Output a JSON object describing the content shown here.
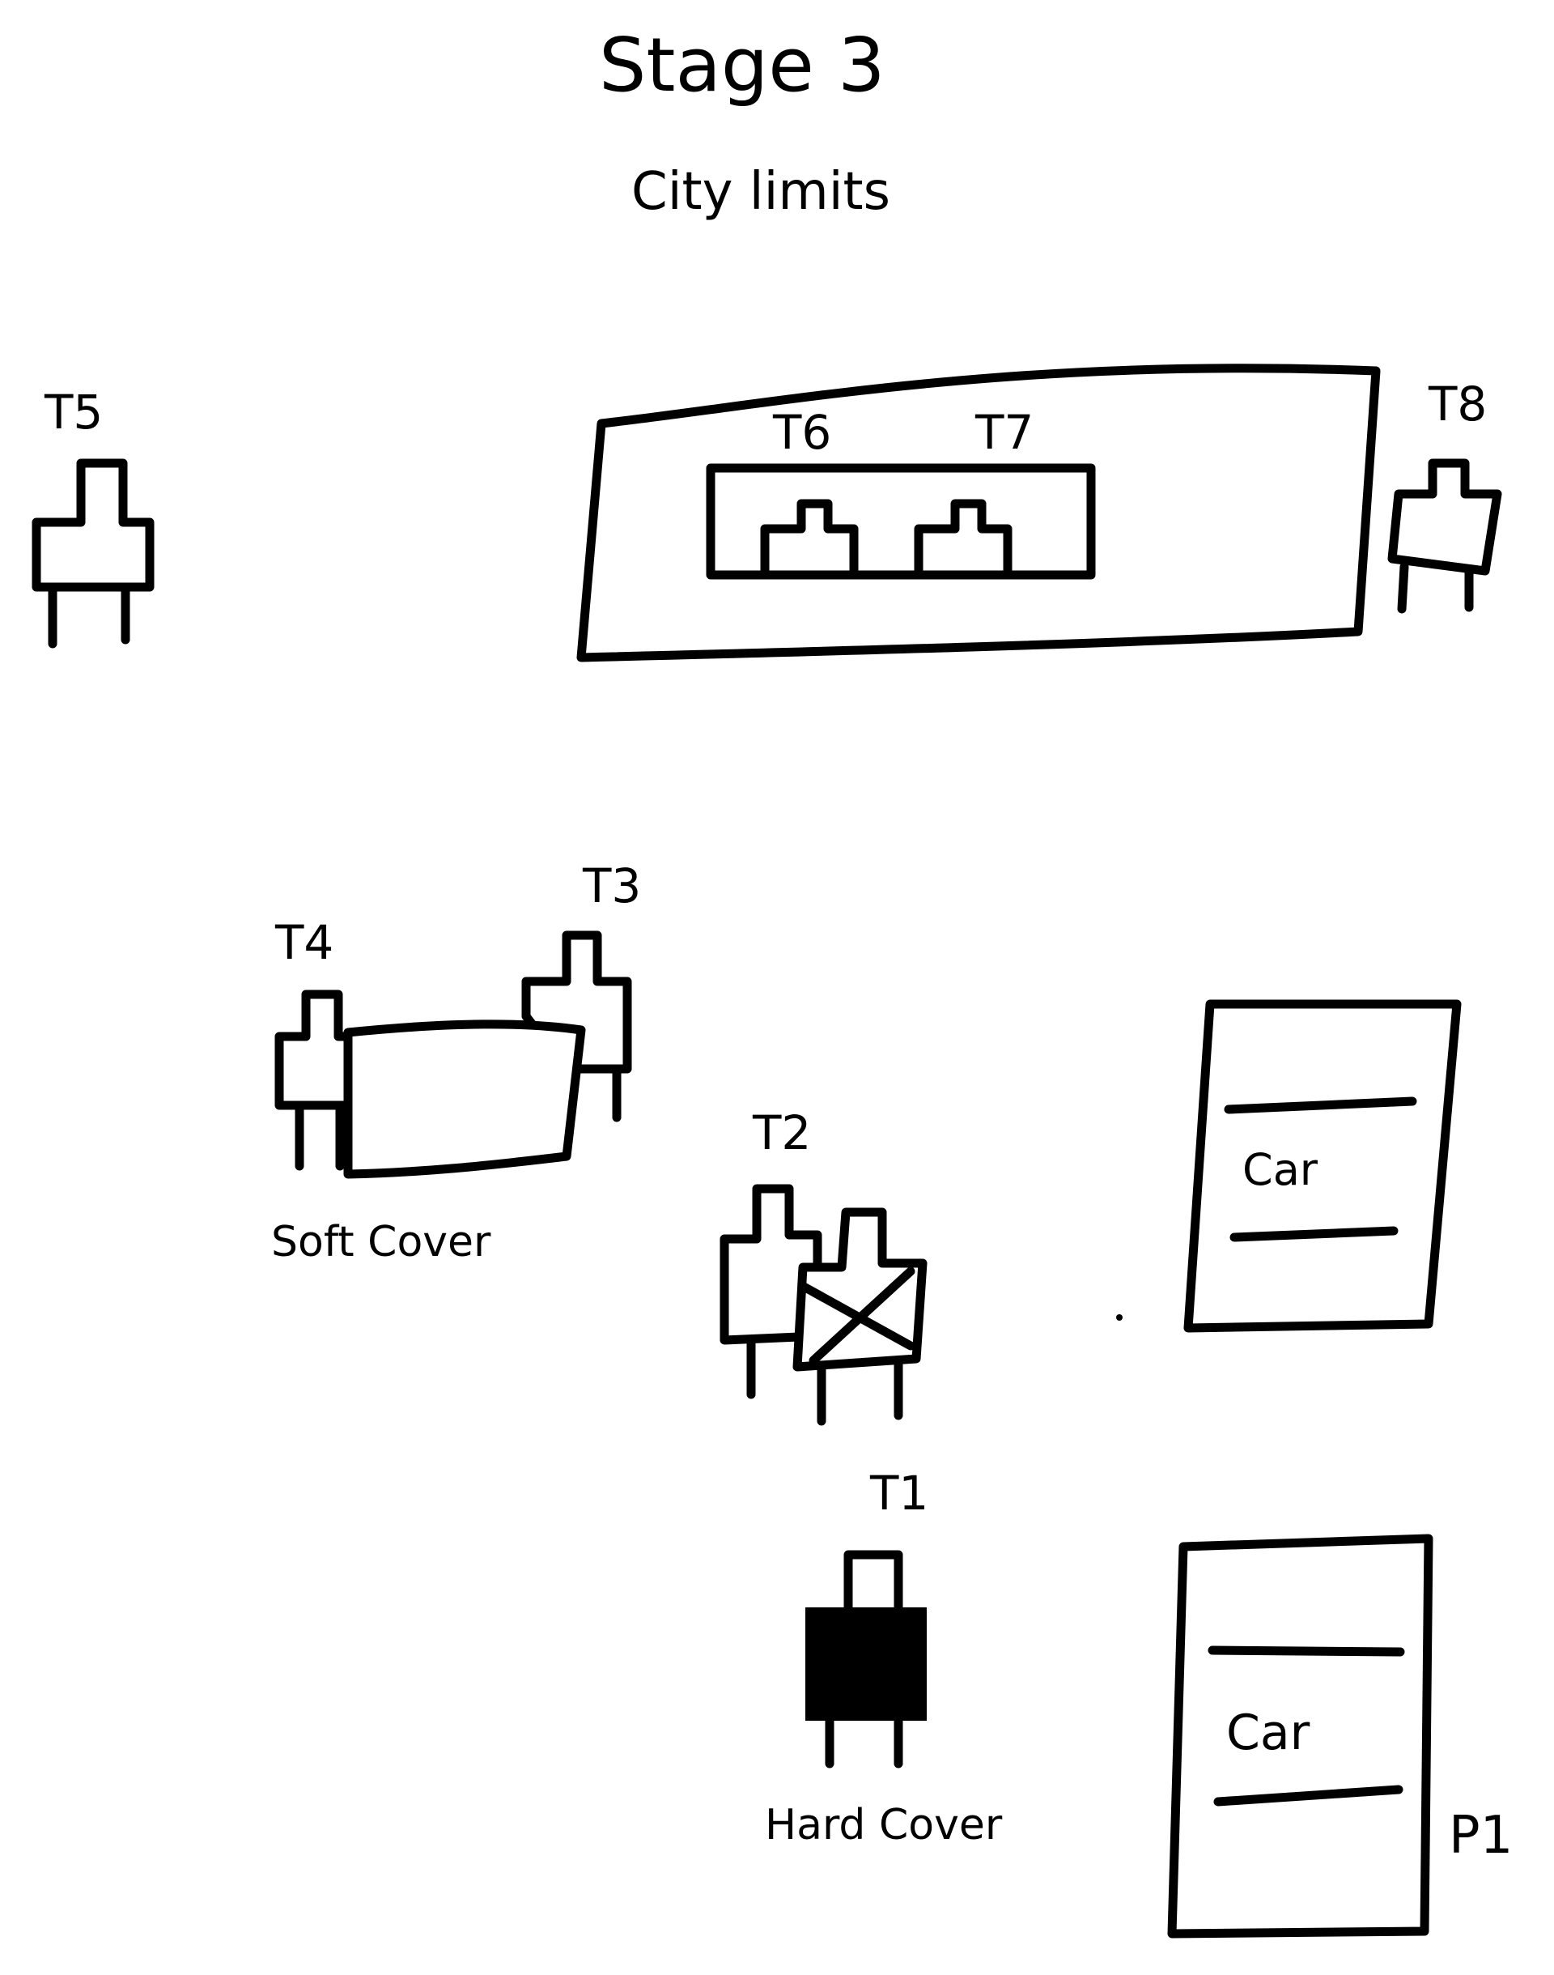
{
  "title": "Stage 3",
  "subtitle": "City limits",
  "targets": {
    "t1": "T1",
    "t2": "T2",
    "t3": "T3",
    "t4": "T4",
    "t5": "T5",
    "t6": "T6",
    "t7": "T7",
    "t8": "T8"
  },
  "shooter_position": "P1",
  "covers": {
    "soft": "Soft Cover",
    "hard": "Hard Cover"
  },
  "cars": [
    "Car",
    "Car"
  ],
  "symbols": {
    "target": "target-stand-icon",
    "no_shoot": "no-shoot-target-icon",
    "hard_cover": "hard-cover-fill",
    "window": "window-rectangle"
  },
  "colors": {
    "ink": "#000000",
    "background": "#ffffff"
  }
}
